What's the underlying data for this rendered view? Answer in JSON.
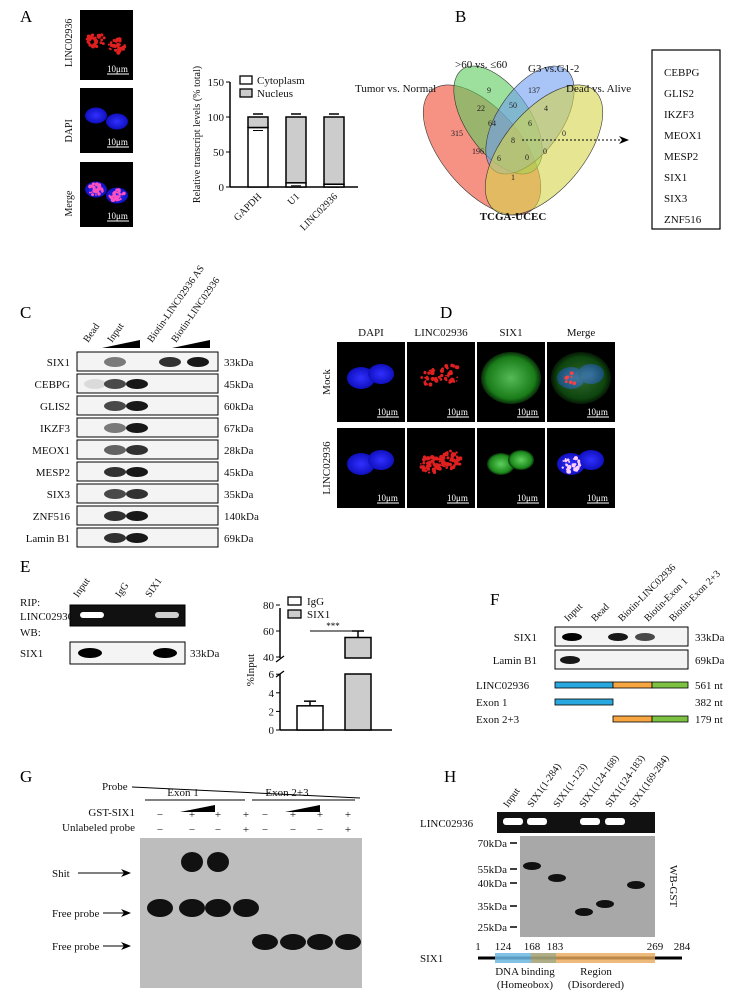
{
  "panels": {
    "a": "A",
    "b": "B",
    "c": "C",
    "d": "D",
    "e": "E",
    "f": "F",
    "g": "G",
    "h": "H"
  },
  "panel_a": {
    "image_labels": [
      "LINC02936",
      "DAPI",
      "Merge"
    ],
    "scale_bar": "10μm"
  },
  "panel_b": {
    "set_labels": [
      "Tumor vs. Normal",
      ">60 vs. ≤60",
      "G3 vs.G1-2",
      "Dead vs. Alive"
    ],
    "region_counts": [
      "9",
      "137",
      "22",
      "50",
      "4",
      "315",
      "64",
      "6",
      "0",
      "8",
      "196",
      "6",
      "0",
      "0",
      "1"
    ],
    "dataset": "TCGA-UCEC",
    "genes": [
      "CEBPG",
      "GLIS2",
      "IKZF3",
      "MEOX1",
      "MESP2",
      "SIX1",
      "SIX3",
      "ZNF516"
    ],
    "colors": {
      "tumor": "#f26d5b",
      "age": "#5ccc5c",
      "grade": "#6f9cf0",
      "survival": "#d6d64a"
    }
  },
  "panel_c": {
    "lanes": [
      "Bead",
      "Input",
      "Biotin-LINC02936 AS",
      "Biotin-LINC02936"
    ],
    "rows": [
      [
        "SIX1",
        "33kDa"
      ],
      [
        "CEBPG",
        "45kDa"
      ],
      [
        "GLIS2",
        "60kDa"
      ],
      [
        "IKZF3",
        "67kDa"
      ],
      [
        "MEOX1",
        "28kDa"
      ],
      [
        "MESP2",
        "45kDa"
      ],
      [
        "SIX3",
        "35kDa"
      ],
      [
        "ZNF516",
        "140kDa"
      ],
      [
        "Lamin B1",
        "69kDa"
      ]
    ]
  },
  "panel_d": {
    "columns": [
      "DAPI",
      "LINC02936",
      "SIX1",
      "Merge"
    ],
    "rows": [
      "Mock",
      "LINC02936"
    ],
    "scale_bar": "10μm"
  },
  "panel_e": {
    "rip_label": "RIP:",
    "wb_label": "WB:",
    "lanes": [
      "Input",
      "IgG",
      "SIX1"
    ],
    "rip_target": "LINC02936",
    "wb_target": "SIX1",
    "wb_size": "33kDa"
  },
  "panel_f": {
    "lanes": [
      "Input",
      "Bead",
      "Biotin-LINC02936",
      "Biotin-Exon 1",
      "Biotin-Exon 2+3"
    ],
    "blots": [
      [
        "SIX1",
        "33kDa"
      ],
      [
        "Lamin B1",
        "69kDa"
      ]
    ],
    "constructs": [
      [
        "LINC02936",
        "561 nt"
      ],
      [
        "Exon 1",
        "382 nt"
      ],
      [
        "Exon 2+3",
        "179 nt"
      ]
    ],
    "colors": {
      "exon1": "#29a8e0",
      "exon2": "#f7a541",
      "exon3": "#7cc142"
    }
  },
  "panel_g": {
    "probe_label": "Probe",
    "probes": [
      "Exon 1",
      "Exon 2+3"
    ],
    "row_labels": [
      "GST-SIX1",
      "Unlabeled probe"
    ],
    "gst": [
      "−",
      "+",
      "+",
      "+",
      "−",
      "+",
      "+",
      "+"
    ],
    "unlabeled": [
      "−",
      "−",
      "−",
      "+",
      "−",
      "−",
      "−",
      "+"
    ],
    "band_labels": [
      "Shit",
      "Free probe",
      "Free probe"
    ]
  },
  "panel_h": {
    "lanes": [
      "Input",
      "SIX1(1-284)",
      "SIX1(1-123)",
      "SIX1(124-168)",
      "SIX1(124-183)",
      "SIX1(169-284)"
    ],
    "gel_label": "LINC02936",
    "wb_label": "WB-GST",
    "markers": [
      "70kDa",
      "55kDa",
      "40kDa",
      "35kDa",
      "25kDa"
    ],
    "protein": "SIX1",
    "positions": [
      "1",
      "124",
      "168",
      "183",
      "269",
      "284"
    ],
    "domain1": [
      "DNA binding",
      "(Homeobox)"
    ],
    "domain2": [
      "Region",
      "(Disordered)"
    ]
  },
  "chart_data": [
    {
      "type": "bar",
      "stacked": true,
      "categories": [
        "GAPDH",
        "U1",
        "LINC02936"
      ],
      "series": [
        {
          "name": "Cytoplasm",
          "values": [
            85,
            6,
            4
          ],
          "color": "#ffffff"
        },
        {
          "name": "Nucleus",
          "values": [
            15,
            94,
            96
          ],
          "color": "#cccccc"
        }
      ],
      "ylabel": "Relative transcript levels (% total)",
      "ylim": [
        0,
        150
      ],
      "yticks": [
        0,
        50,
        100,
        150
      ],
      "legend": "top-left"
    },
    {
      "type": "bar",
      "categories": [
        "IgG",
        "SIX1"
      ],
      "values": [
        2.6,
        55
      ],
      "errors": [
        0.5,
        5
      ],
      "series": [
        {
          "name": "IgG",
          "color": "#ffffff"
        },
        {
          "name": "SIX1",
          "color": "#cccccc"
        }
      ],
      "ylabel": "%Input",
      "yticks": [
        0,
        2,
        4,
        6,
        40,
        60,
        80
      ],
      "axis_break": [
        6,
        40
      ],
      "annotation": "***",
      "legend": "top-left"
    }
  ]
}
